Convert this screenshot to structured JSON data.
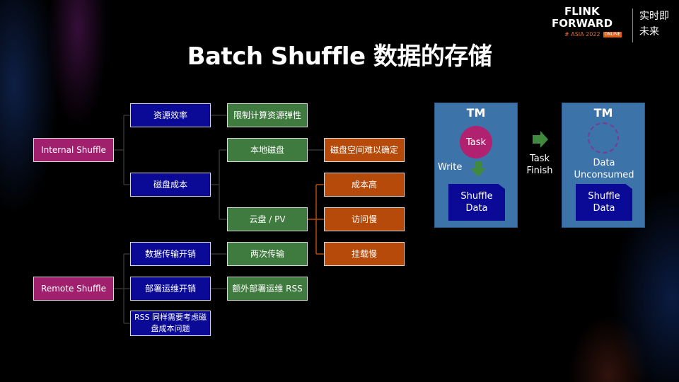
{
  "title": "Batch Shuffle 数据的存储",
  "logo": {
    "line1": "FLINK",
    "line2": "FORWARD",
    "line3": "# ASIA 2022",
    "badge": "ONLINE",
    "slogan1": "实时即",
    "slogan2": "未来"
  },
  "tree": {
    "root1": "Internal Shuffle",
    "root2": "Remote Shuffle",
    "level2": [
      "资源效率",
      "磁盘成本",
      "数据传输开销",
      "部署运维开销",
      "RSS 同样需要考虑磁盘成本问题"
    ],
    "level3": [
      "限制计算资源弹性",
      "本地磁盘",
      "云盘 / PV",
      "两次传输",
      "额外部署运维 RSS"
    ],
    "level4": [
      "磁盘空间难以确定",
      "成本高",
      "访问慢",
      "挂载慢"
    ]
  },
  "flow": {
    "tm1": {
      "label": "TM",
      "task": "Task",
      "write": "Write",
      "data": "Shuffle Data"
    },
    "arrow_label": "Task Finish",
    "tm2": {
      "label": "TM",
      "status": "Data Unconsumed",
      "data": "Shuffle Data"
    }
  },
  "colors": {
    "root": "#a0206e",
    "level2": "#0a0a96",
    "level3": "#3f7a3f",
    "level4": "#b54a0a",
    "tm": "#3c73a8"
  }
}
